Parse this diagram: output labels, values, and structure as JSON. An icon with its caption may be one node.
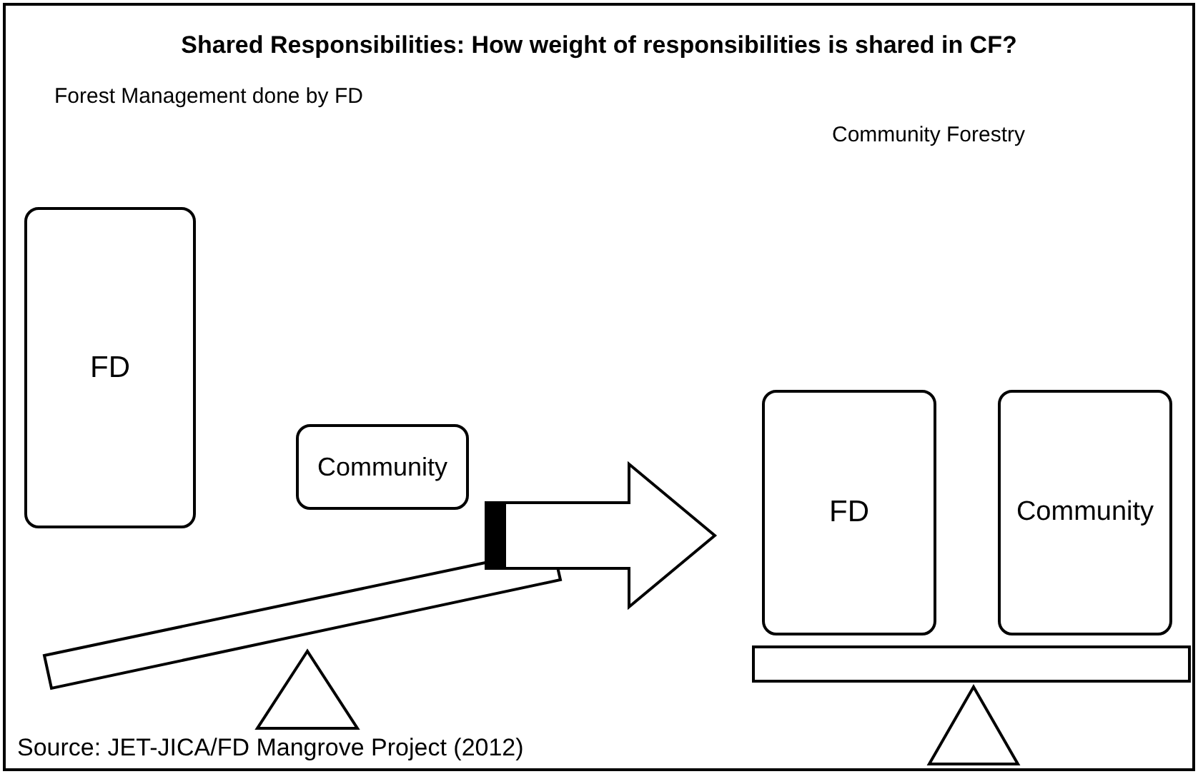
{
  "diagram": {
    "title": "Shared Responsibilities: How weight of responsibilities is shared in CF?",
    "caption": "Source: JET-JICA/FD Mangrove Project (2012)",
    "nodes": [
      {
        "text": [
          "FD"
        ]
      },
      {
        "text": [
          "Community"
        ]
      },
      {
        "text": [
          "FD"
        ]
      },
      {
        "text": [
          "Community"
        ]
      }
    ],
    "edges": [
      {
        "from": 1,
        "to": 2,
        "arrow": "to",
        "style": "thick"
      }
    ],
    "labels": [
      "Forest Management done by FD",
      "Community Forestry"
    ]
  }
}
